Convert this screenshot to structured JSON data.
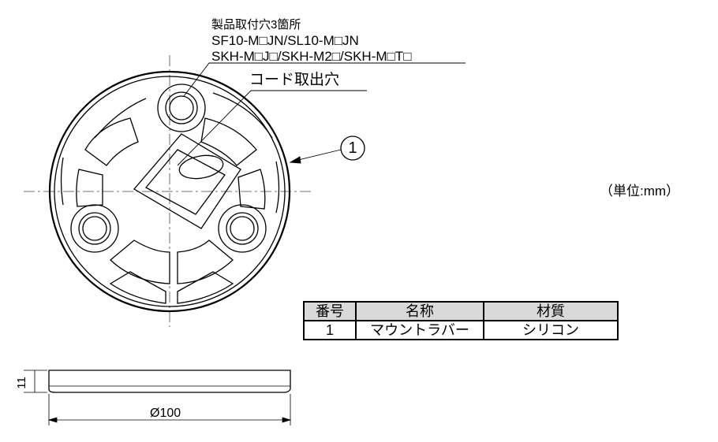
{
  "labels": {
    "mount_hole_title": "製品取付穴3箇所",
    "mount_hole_models_1": "SF10-M□JN/SL10-M□JN",
    "mount_hole_models_2": "SKH-M□J□/SKH-M2□/SKH-M□T□",
    "cord_outlet": "コード取出穴",
    "part_callout": "①",
    "unit": "（単位:mm）",
    "thickness_dim": "11",
    "diameter_dim": "Ø100"
  },
  "parts_table": {
    "headers": [
      "番号",
      "名称",
      "材質"
    ],
    "rows": [
      [
        "1",
        "マウントラバー",
        "シリコン"
      ]
    ]
  }
}
